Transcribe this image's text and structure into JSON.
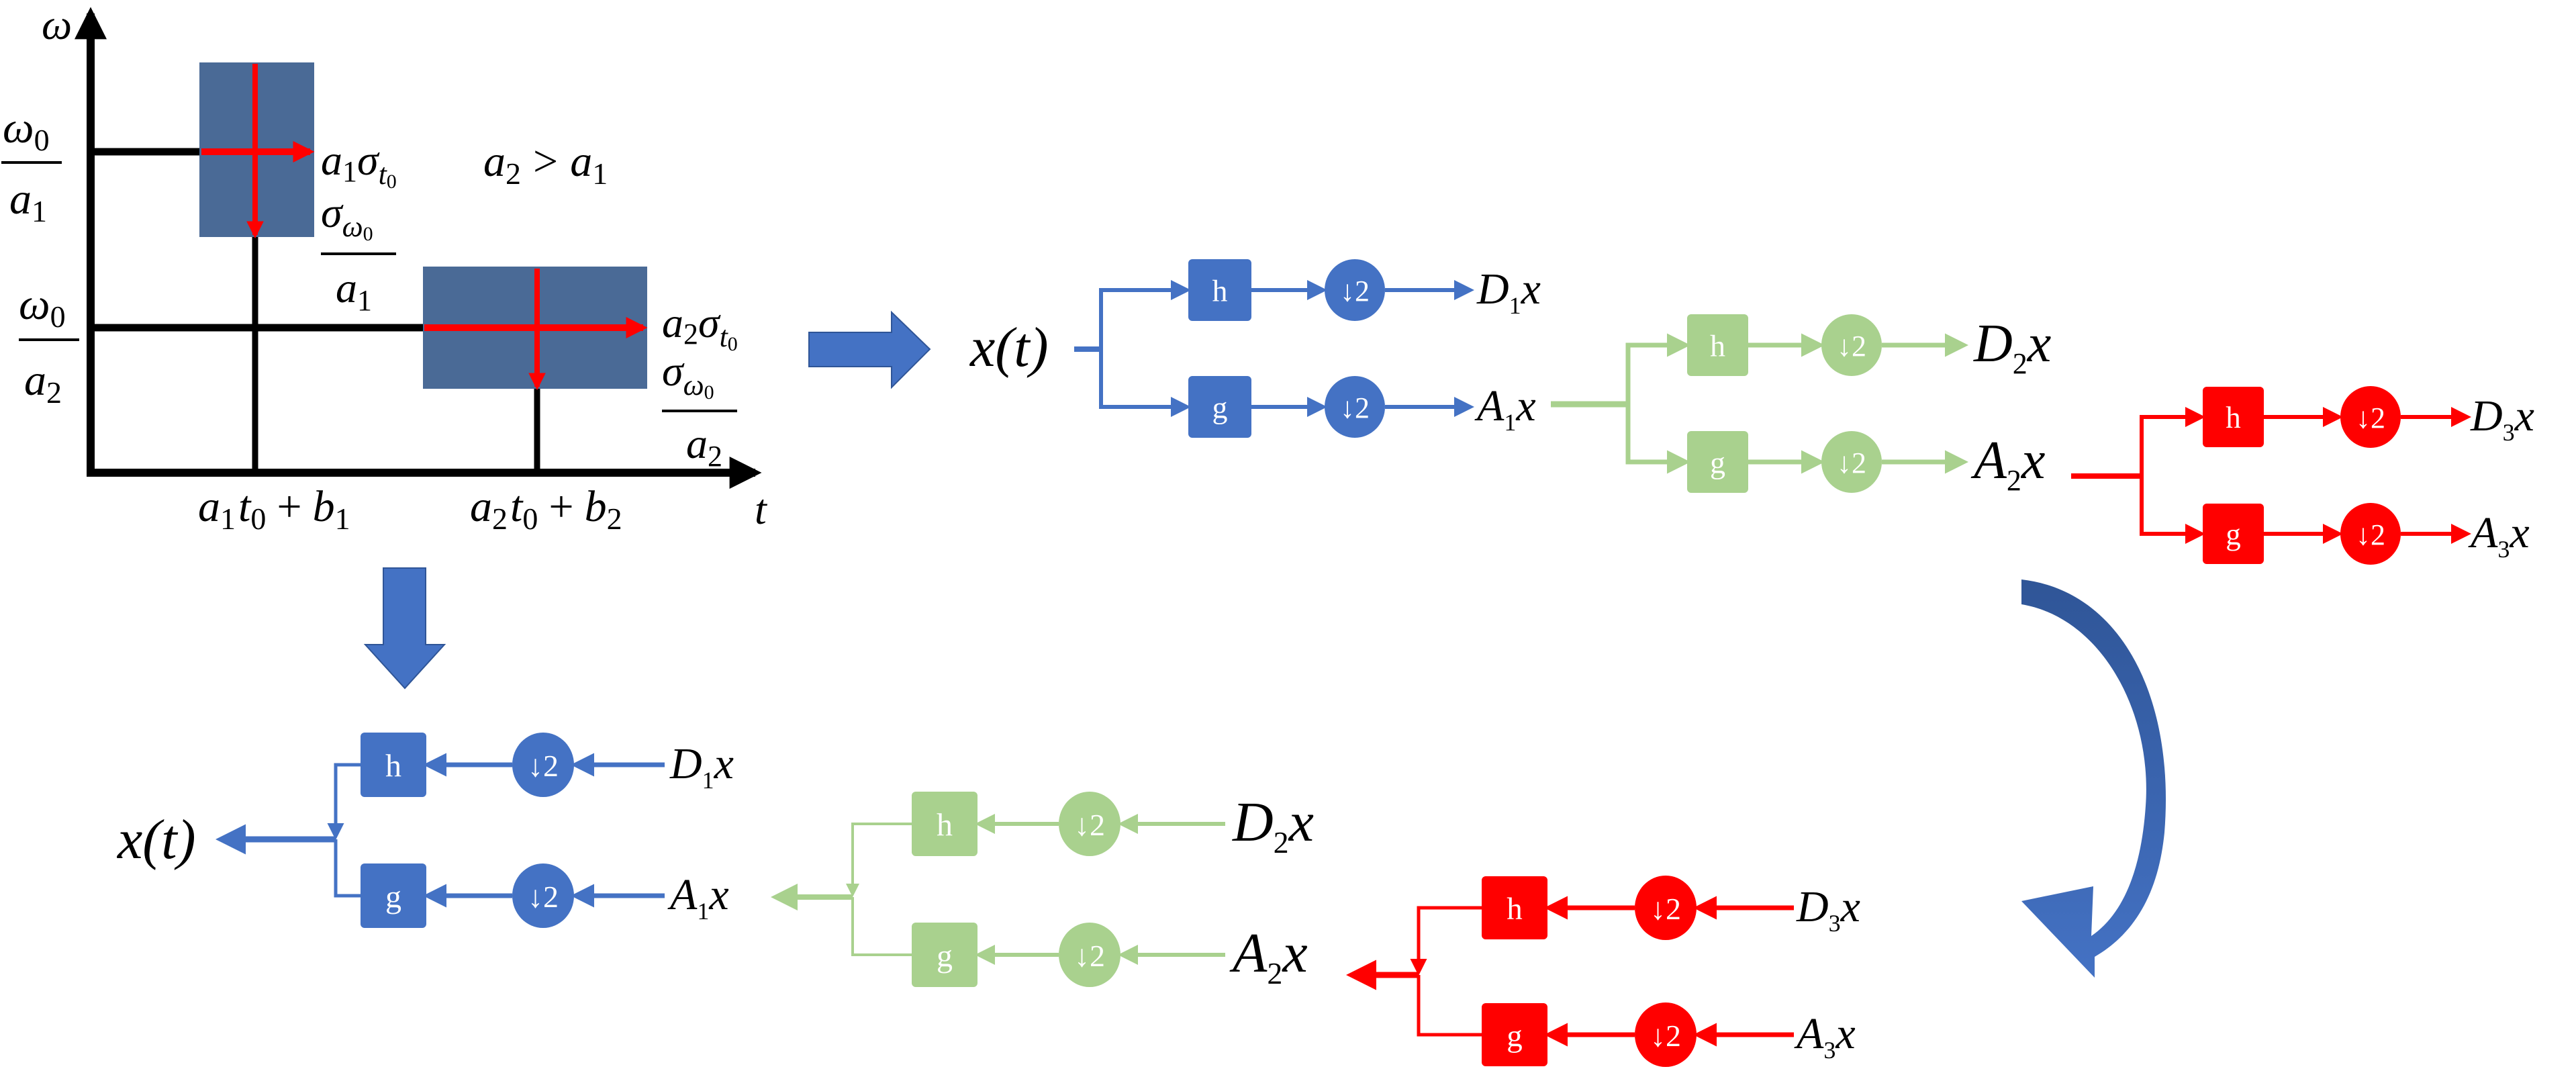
{
  "colors": {
    "blue": "#4472c4",
    "green": "#a9d18e",
    "red": "#ff0000",
    "tile": "#4a6a96",
    "arrow_dark": "#2f5597",
    "black": "#000000"
  },
  "tf_plane": {
    "y_axis_label": "ω",
    "x_axis_label": "t",
    "y_tick_1": {
      "num": "ω",
      "num_sub": "0",
      "den": "a",
      "den_sub": "1"
    },
    "y_tick_2": {
      "num": "ω",
      "num_sub": "0",
      "den": "a",
      "den_sub": "2"
    },
    "x_tick_1": {
      "a": "a",
      "a_sub": "1",
      "t": "t",
      "t_sub": "0",
      "op": "+",
      "b": "b",
      "b_sub": "1"
    },
    "x_tick_2": {
      "a": "a",
      "a_sub": "2",
      "t": "t",
      "t_sub": "0",
      "op": "+",
      "b": "b",
      "b_sub": "2"
    },
    "tile_1_time_width": {
      "a": "a",
      "a_sub": "1",
      "sigma": "σ",
      "sigma_sub": "t",
      "sigma_subsub": "0"
    },
    "tile_1_freq_width": {
      "num": "σ",
      "num_sub": "ω",
      "num_subsub": "0",
      "den": "a",
      "den_sub": "1"
    },
    "tile_2_time_width": {
      "a": "a",
      "a_sub": "2",
      "sigma": "σ",
      "sigma_sub": "t",
      "sigma_subsub": "0"
    },
    "tile_2_freq_width": {
      "num": "σ",
      "num_sub": "ω",
      "num_subsub": "0",
      "den": "a",
      "den_sub": "2"
    },
    "condition": {
      "lhs": "a",
      "lhs_sub": "2",
      "op": ">",
      "rhs": "a",
      "rhs_sub": "1"
    }
  },
  "analysis": {
    "input": "x(t)",
    "stages": [
      {
        "color": "blue",
        "highpass": "h",
        "lowpass": "g",
        "downsample": "↓2",
        "detail": {
          "base": "D",
          "sub": "1",
          "var": "x"
        },
        "approx": {
          "base": "A",
          "sub": "1",
          "var": "x"
        }
      },
      {
        "color": "green",
        "highpass": "h",
        "lowpass": "g",
        "downsample": "↓2",
        "detail": {
          "base": "D",
          "sub": "2",
          "var": "x"
        },
        "approx": {
          "base": "A",
          "sub": "2",
          "var": "x"
        }
      },
      {
        "color": "red",
        "highpass": "h",
        "lowpass": "g",
        "downsample": "↓2",
        "detail": {
          "base": "D",
          "sub": "3",
          "var": "x"
        },
        "approx": {
          "base": "A",
          "sub": "3",
          "var": "x"
        }
      }
    ]
  },
  "synthesis": {
    "output": "x(t)",
    "stages": [
      {
        "color": "blue",
        "highpass": "h",
        "lowpass": "g",
        "downsample": "↓2",
        "detail": {
          "base": "D",
          "sub": "1",
          "var": "x"
        },
        "approx": {
          "base": "A",
          "sub": "1",
          "var": "x"
        }
      },
      {
        "color": "green",
        "highpass": "h",
        "lowpass": "g",
        "downsample": "↓2",
        "detail": {
          "base": "D",
          "sub": "2",
          "var": "x"
        },
        "approx": {
          "base": "A",
          "sub": "2",
          "var": "x"
        }
      },
      {
        "color": "red",
        "highpass": "h",
        "lowpass": "g",
        "downsample": "↓2",
        "detail": {
          "base": "D",
          "sub": "3",
          "var": "x"
        },
        "approx": {
          "base": "A",
          "sub": "3",
          "var": "x"
        }
      }
    ]
  }
}
